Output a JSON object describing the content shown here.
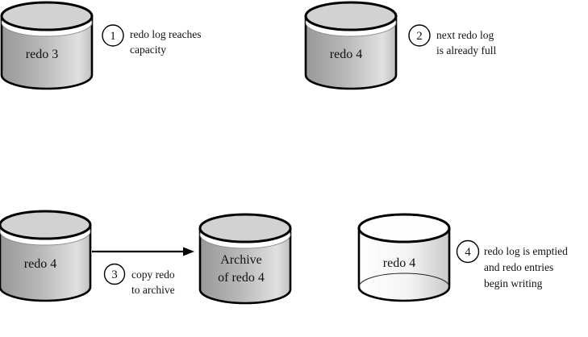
{
  "page": {
    "background": "#ffffff"
  },
  "diagram": {
    "description": "redo log archiving sequence",
    "colors": {
      "outline": "#000000",
      "full_body_gray": "#b9b9b9",
      "top_ellipse_gray": "#d2d2d2",
      "empty_body_light": "#f4f4f4"
    },
    "cylinders": {
      "redo3": {
        "label": "redo 3",
        "state": "full"
      },
      "redo4_top": {
        "label": "redo 4",
        "state": "full"
      },
      "redo4_bottom": {
        "label": "redo 4",
        "state": "full"
      },
      "archive": {
        "label_line1": "Archive",
        "label_line2": "of redo 4",
        "state": "full"
      },
      "redo4_empty": {
        "label": "redo 4",
        "state": "empty"
      }
    },
    "steps": [
      {
        "number": "1",
        "line1": "redo log reaches",
        "line2": "capacity"
      },
      {
        "number": "2",
        "line1": "next redo log",
        "line2": "is already full"
      },
      {
        "number": "3",
        "line1": "copy redo",
        "line2": "to archive"
      },
      {
        "number": "4",
        "line1": "redo log is emptied",
        "line2": "and redo entries",
        "line3": "begin writing"
      }
    ]
  }
}
